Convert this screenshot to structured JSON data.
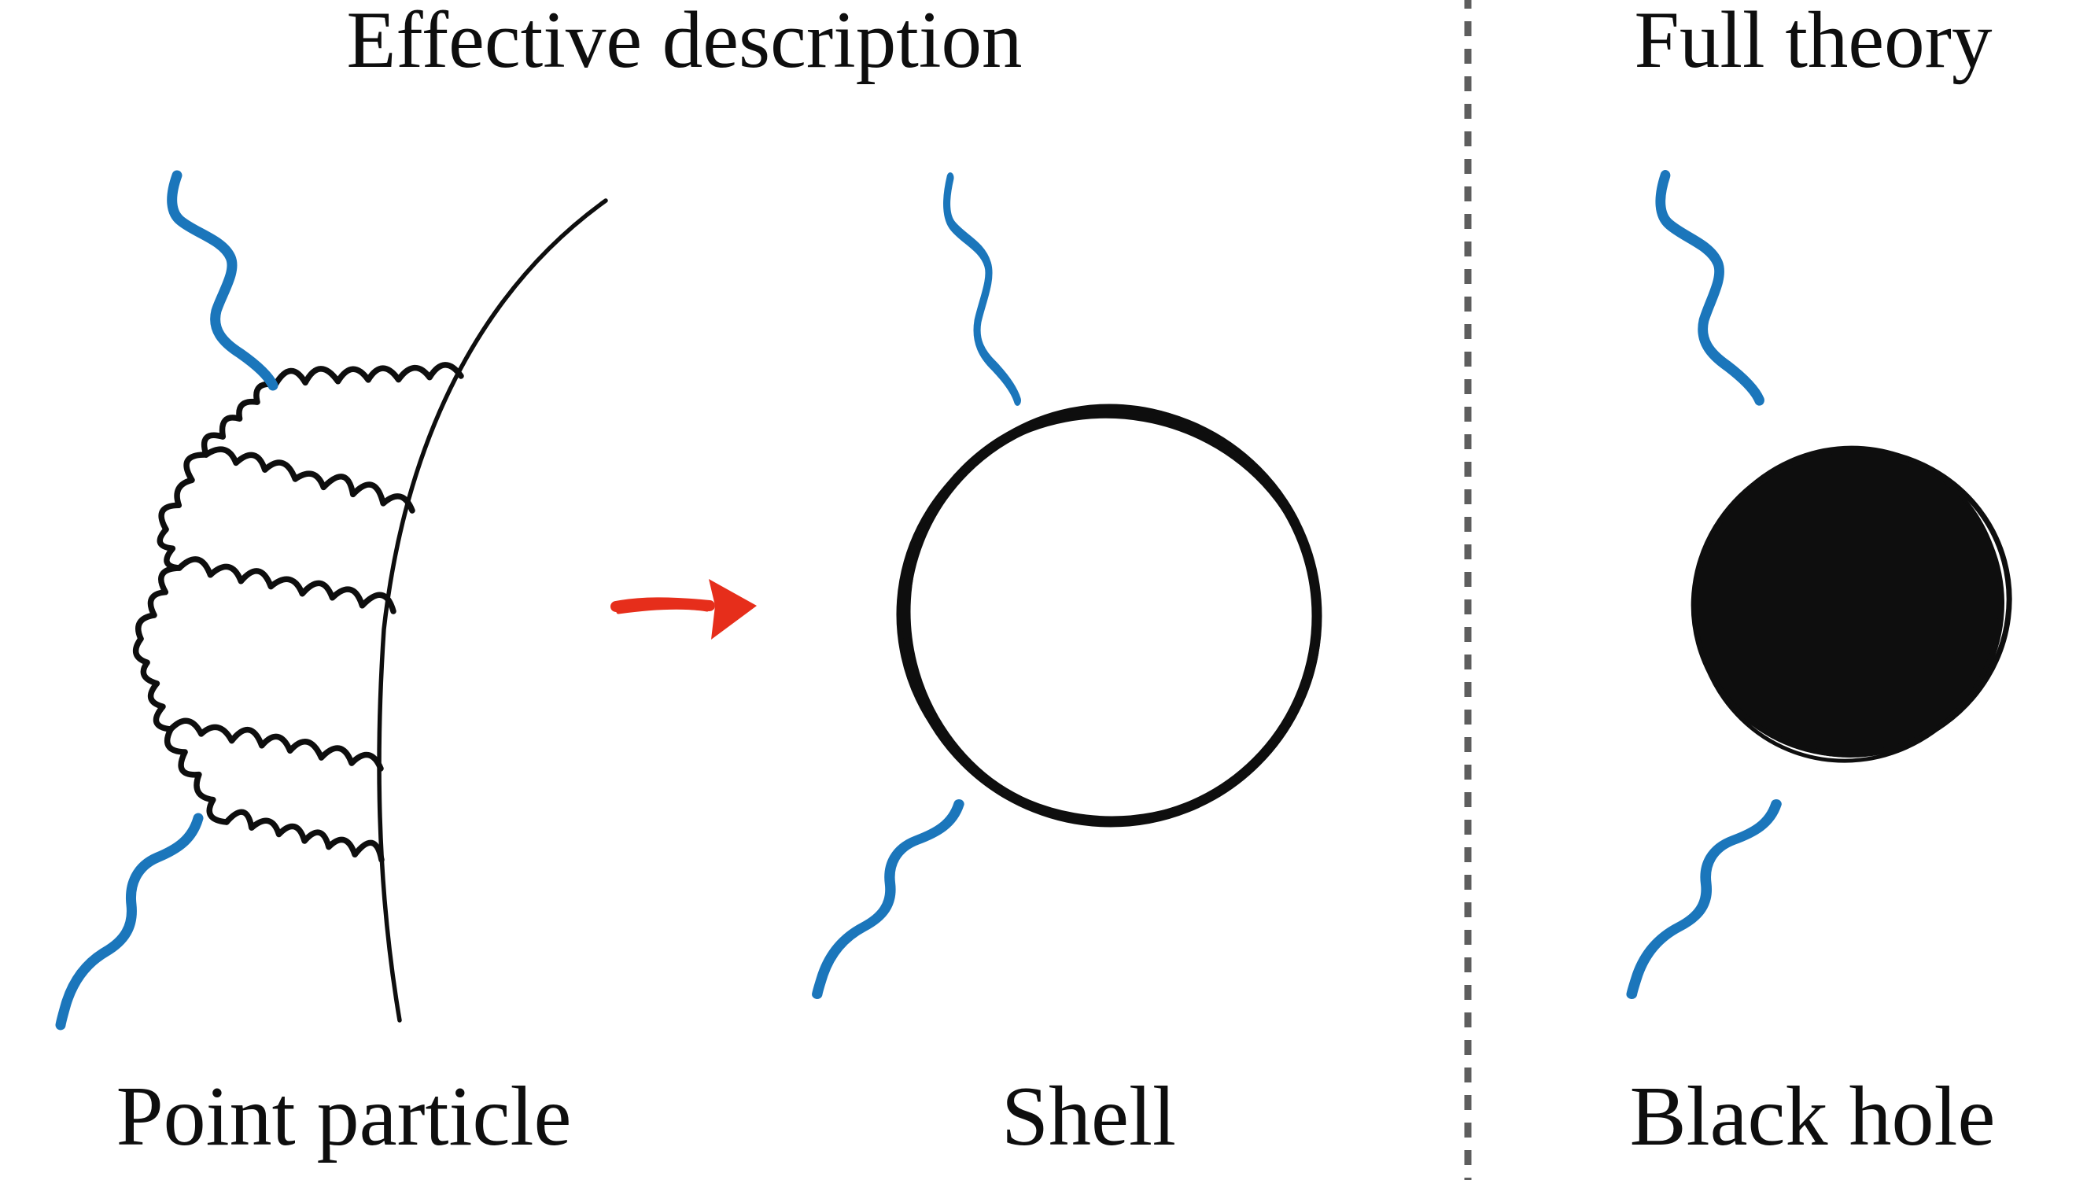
{
  "figure": {
    "titles": {
      "left": "Effective description",
      "right": "Full theory"
    },
    "labels": {
      "point_particle": "Point particle",
      "shell": "Shell",
      "black_hole": "Black hole"
    },
    "colors": {
      "background": "#ffffff",
      "ink": "#0e0e0e",
      "photon_blue": "#1b76bb",
      "arrow_red": "#e62e1b",
      "divider_gray": "#5e5e5e"
    },
    "icons": {
      "photon_squiggle": "blue-wavy-radiation-line",
      "graviton_wave": "black-wavy-graviton-exchange-line",
      "worldline": "hand-drawn-worldline-arc",
      "shell": "hand-drawn-circle-outline",
      "black_hole": "filled-black-disk",
      "arrow": "red-right-arrow",
      "divider": "vertical-dashed-separator"
    }
  }
}
